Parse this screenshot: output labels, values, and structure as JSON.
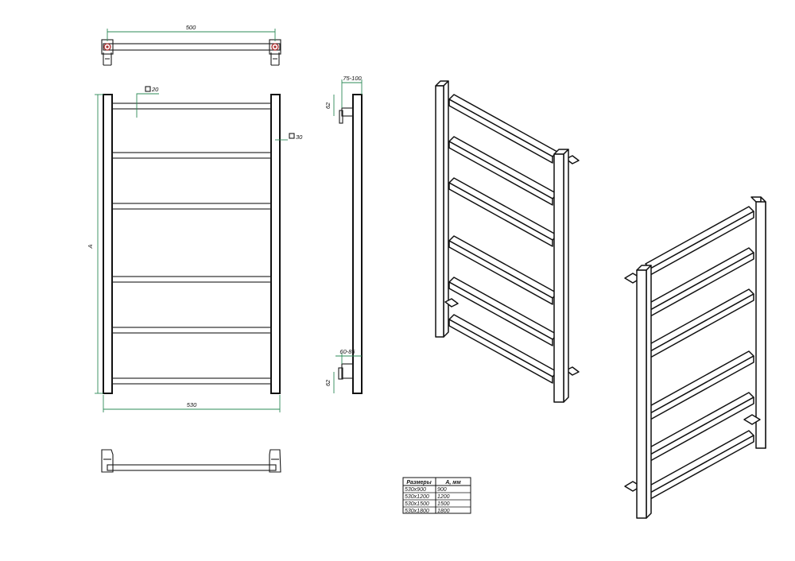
{
  "dimensions": {
    "top_width": "500",
    "tube_small": "20",
    "tube_large": "30",
    "height": "A",
    "bottom_width": "530",
    "wall_offset": "75-100",
    "side_top": "62",
    "side_mid": "60-85",
    "side_bottom": "62"
  },
  "table": {
    "headers": [
      "Размеры",
      "A, мм"
    ],
    "rows": [
      [
        "530x900",
        "900"
      ],
      [
        "530x1200",
        "1200"
      ],
      [
        "530x1500",
        "1500"
      ],
      [
        "530x1800",
        "1800"
      ]
    ]
  },
  "colors": {
    "dimension": "#2e8b57",
    "outline": "#111111",
    "fitting": "#b03030"
  }
}
